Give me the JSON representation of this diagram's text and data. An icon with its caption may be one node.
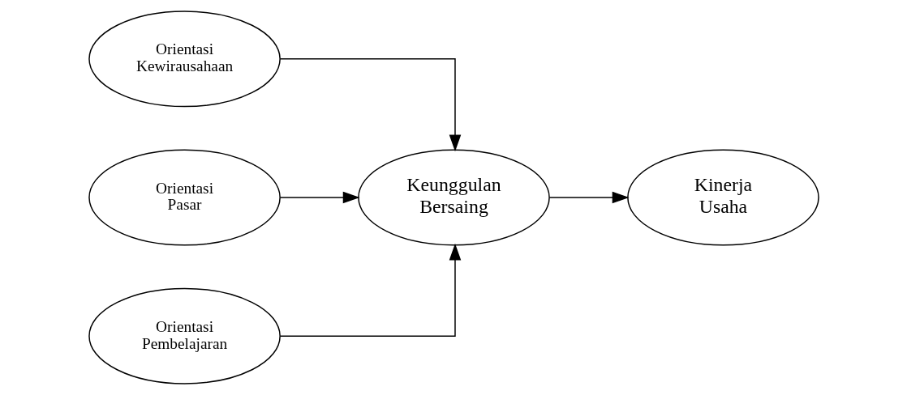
{
  "diagram": {
    "nodes": [
      {
        "text": [
          "Orientasi Kewirausahaan"
        ]
      },
      {
        "text": [
          "Orientasi Pasar"
        ]
      },
      {
        "text": [
          "Orientasi Pembelajaran"
        ]
      },
      {
        "text": [
          "Keunggulan Bersaing"
        ]
      },
      {
        "text": [
          "Kinerja Usaha"
        ]
      }
    ],
    "edges": [
      {
        "from": 0,
        "to": 3,
        "arrow": "to"
      },
      {
        "from": 1,
        "to": 3,
        "arrow": "to"
      },
      {
        "from": 2,
        "to": 3,
        "arrow": "to"
      },
      {
        "from": 3,
        "to": 4,
        "arrow": "to"
      }
    ]
  }
}
